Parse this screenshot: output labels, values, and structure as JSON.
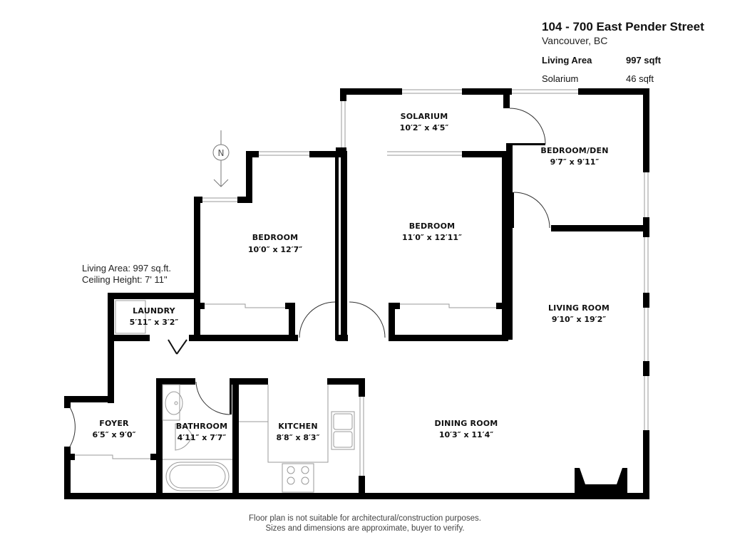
{
  "header": {
    "address": "104 - 700 East Pender Street",
    "city": "Vancouver, BC",
    "areas": [
      {
        "label": "Living Area",
        "value": "997 sqft",
        "bold": true
      },
      {
        "label": "Solarium",
        "value": "46 sqft",
        "bold": false
      }
    ]
  },
  "note": {
    "living_area": "Living Area: 997 sq.ft.",
    "ceiling_height": "Ceiling Height: 7' 11\""
  },
  "compass": {
    "label": "N",
    "icon": "north-arrow-icon"
  },
  "rooms": {
    "solarium": {
      "name": "SOLARIUM",
      "dims": "10′2″ x 4′5″"
    },
    "bedroom_den": {
      "name": "BEDROOM/DEN",
      "dims": "9′7″ x 9′11″"
    },
    "bedroom_left": {
      "name": "BEDROOM",
      "dims": "10′0″ x 12′7″"
    },
    "bedroom_center": {
      "name": "BEDROOM",
      "dims": "11′0″ x 12′11″"
    },
    "laundry": {
      "name": "LAUNDRY",
      "dims": "5′11″ x 3′2″"
    },
    "living_room": {
      "name": "LIVING ROOM",
      "dims": "9′10″ x 19′2″"
    },
    "foyer": {
      "name": "FOYER",
      "dims": "6′5″ x 9′0″"
    },
    "bathroom": {
      "name": "BATHROOM",
      "dims": "4′11″ x 7′7″"
    },
    "kitchen": {
      "name": "KITCHEN",
      "dims": "8′8″ x 8′3″"
    },
    "dining_room": {
      "name": "DINING ROOM",
      "dims": "10′3″ x 11′4″"
    }
  },
  "footer": {
    "line1": "Floor plan is not suitable for architectural/construction purposes.",
    "line2": "Sizes and dimensions are approximate, buyer to verify."
  },
  "colors": {
    "wall": "#000000",
    "fixture": "#9a9a9a",
    "background": "#ffffff"
  }
}
